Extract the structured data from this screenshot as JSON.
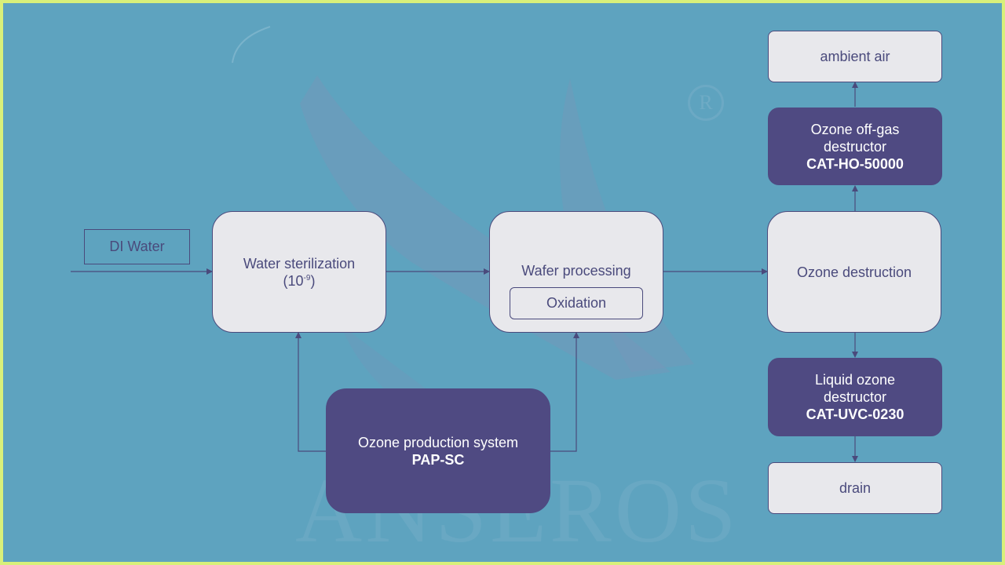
{
  "diagram": {
    "input": {
      "label": "DI Water"
    },
    "sterilization": {
      "line1": "Water sterilization",
      "line2_base": "(10",
      "line2_exp": "-9",
      "line2_close": ")"
    },
    "wafer": {
      "title": "Wafer processing",
      "sub": "Oxidation"
    },
    "destruction": {
      "label": "Ozone destruction"
    },
    "production": {
      "line1": "Ozone production system",
      "model": "PAP-SC"
    },
    "offgas": {
      "line1": "Ozone off-gas",
      "line2": "destructor",
      "model": "CAT-HO-50000"
    },
    "liquid": {
      "line1": "Liquid ozone",
      "line2": "destructor",
      "model": "CAT-UVC-0230"
    },
    "ambient": {
      "label": "ambient air"
    },
    "drain": {
      "label": "drain"
    }
  },
  "watermark": {
    "text": "ANSEROS",
    "mark": "R"
  },
  "colors": {
    "background": "#5ea3bf",
    "frame": "#d8f07a",
    "light_box": "#e8e8ec",
    "dark_box": "#4f4a82",
    "line": "#4a4a7c"
  }
}
